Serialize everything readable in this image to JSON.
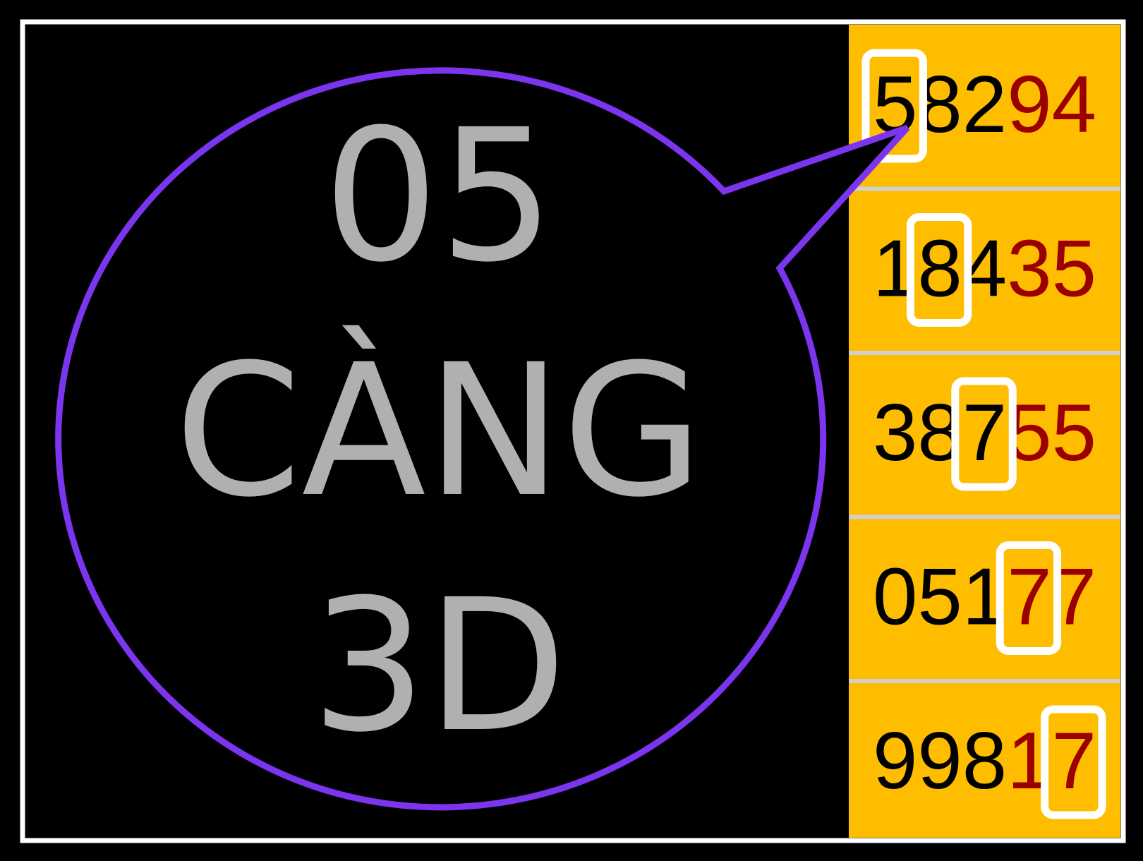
{
  "bubble": {
    "line1": "05",
    "line2": "CÀNG",
    "line3": "3D"
  },
  "results": [
    {
      "number": "58294",
      "black": "582",
      "red": "94",
      "highlight_index": 0
    },
    {
      "number": "18435",
      "black": "184",
      "red": "35",
      "highlight_index": 1
    },
    {
      "number": "38755",
      "black": "387",
      "red": "55",
      "highlight_index": 2
    },
    {
      "number": "05177",
      "black": "051",
      "red": "77",
      "highlight_index": 3
    },
    {
      "number": "99817",
      "black": "998",
      "red": "17",
      "highlight_index": 4
    }
  ],
  "colors": {
    "panel": "#ffbd00",
    "bubble": "#7b35ee",
    "red_digits": "#9b0000",
    "text_gray": "#b0b0b0"
  }
}
